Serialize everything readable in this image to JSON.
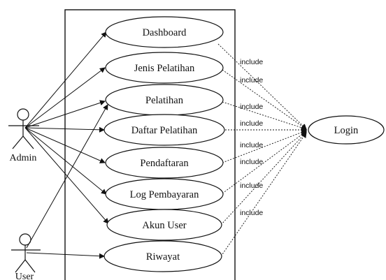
{
  "actors": {
    "admin": {
      "label": "Admin"
    },
    "user": {
      "label": "User"
    }
  },
  "use_cases": [
    {
      "id": "dashboard",
      "label": "Dashboard"
    },
    {
      "id": "jenis-pelatihan",
      "label": "Jenis Pelatihan"
    },
    {
      "id": "pelatihan",
      "label": "Pelatihan"
    },
    {
      "id": "daftar-pelatihan",
      "label": "Daftar Pelatihan"
    },
    {
      "id": "pendaftaran",
      "label": "Pendaftaran"
    },
    {
      "id": "log-pembayaran",
      "label": "Log Pembayaran"
    },
    {
      "id": "akun-user",
      "label": "Akun User"
    },
    {
      "id": "riwayat",
      "label": "Riwayat"
    }
  ],
  "external_use_case": {
    "id": "login",
    "label": "Login"
  },
  "include_labels": [
    "include",
    "include",
    "include",
    "include",
    "include",
    "include",
    "include",
    "include"
  ]
}
